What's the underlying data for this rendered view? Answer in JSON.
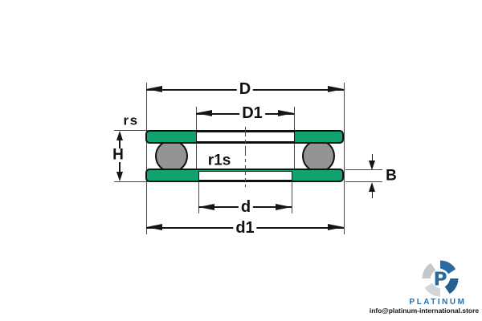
{
  "diagram": {
    "type": "thrust-ball-bearing-cross-section",
    "labels": {
      "D": "D",
      "D1": "D1",
      "rs": "rs",
      "H": "H",
      "r1s": "r1s",
      "d": "d",
      "d1": "d1",
      "B": "B"
    },
    "colors": {
      "washer_green": "#10a36e",
      "ball_gray": "#949494",
      "outline": "#101010",
      "dimension_line": "#151515",
      "extension_line": "#4a4a4a"
    }
  },
  "branding": {
    "monogram": "P",
    "name": "PLATINUM",
    "email": "info@platinum-international.store",
    "logo_blue": "#2b6a9e",
    "logo_gray": "#d5d5d5"
  }
}
